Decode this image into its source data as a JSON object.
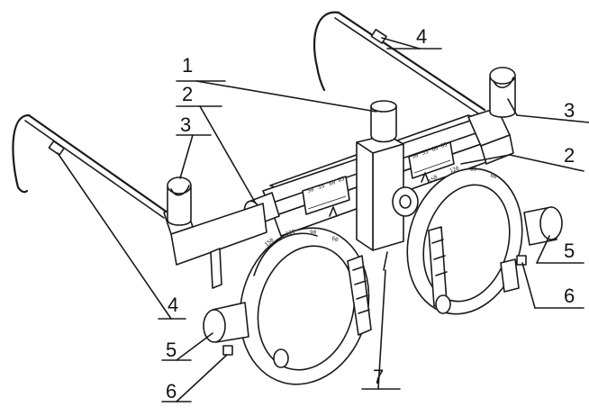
{
  "callouts": [
    {
      "id": "c1-top",
      "text": "1"
    },
    {
      "id": "c2-left",
      "text": "2"
    },
    {
      "id": "c3-left",
      "text": "3"
    },
    {
      "id": "c4-top",
      "text": "4"
    },
    {
      "id": "c3-right",
      "text": "3"
    },
    {
      "id": "c2-right",
      "text": "2"
    },
    {
      "id": "c4-left",
      "text": "4"
    },
    {
      "id": "c5-right",
      "text": "5"
    },
    {
      "id": "c6-right",
      "text": "6"
    },
    {
      "id": "c5-left",
      "text": "5"
    },
    {
      "id": "c6-left",
      "text": "6"
    },
    {
      "id": "c7-bottom",
      "text": "7"
    }
  ],
  "scale_marks": {
    "left_bar": [
      "50",
      "55",
      "60",
      "65"
    ],
    "right_bar": [
      "50",
      "55",
      "60",
      "65"
    ],
    "left_ring": [
      "150",
      "120",
      "90",
      "60"
    ],
    "right_ring": [
      "150",
      "120",
      "90",
      "60"
    ]
  },
  "colors": {
    "ink": "#1a1a1a",
    "paper": "#ffffff"
  }
}
